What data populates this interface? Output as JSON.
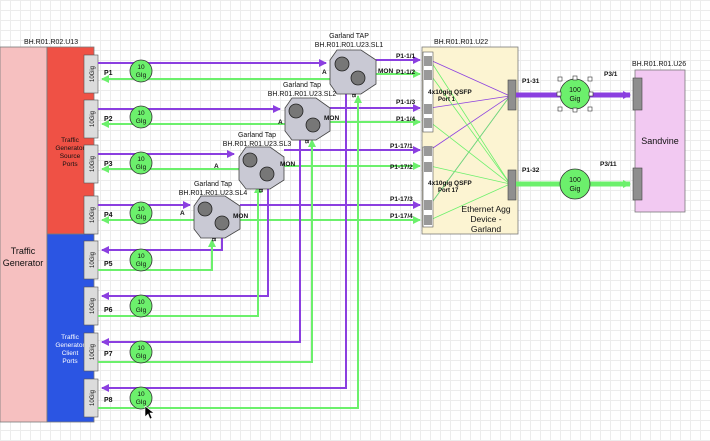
{
  "traffic_generator": {
    "id": "BH.R01.R02.U13",
    "label_line1": "Traffic",
    "label_line2": "Generator",
    "source_ports_label": [
      "Traffic",
      "Generator",
      "Source",
      "Ports"
    ],
    "client_ports_label": [
      "Traffic",
      "Generator",
      "Client",
      "Ports"
    ],
    "port_speed": "10Gig",
    "ports": [
      "P1",
      "P2",
      "P3",
      "P4",
      "P5",
      "P6",
      "P7",
      "P8"
    ],
    "link_speed": [
      "10",
      "GIg"
    ]
  },
  "taps": [
    {
      "title": "Garland TAP",
      "id": "BH.R01.R01.U23.SL1",
      "a": "A",
      "mon": "MON",
      "b": "B"
    },
    {
      "title": "Garland Tap",
      "id": "BH.R01.R01.U23.SL2",
      "a": "A",
      "mon": "MON",
      "b": "B"
    },
    {
      "title": "Garland Tap",
      "id": "BH.R01.R01.U23.SL3",
      "a": "A",
      "mon": "MON",
      "b": "B"
    },
    {
      "title": "Garland Tap",
      "id": "BH.R01.R01.U23.SL4",
      "a": "A",
      "mon": "MON",
      "b": "B"
    }
  ],
  "agg_device": {
    "id": "BH.R01.R01.U22",
    "label": [
      "Ethernet Agg",
      "Device -",
      "Garland"
    ],
    "qsfp1": [
      "4x10gig QSFP",
      "Port 1"
    ],
    "qsfp17": [
      "4x10gig QSFP",
      "Port 17"
    ],
    "ports": [
      "P1-1/1",
      "P1-1/2",
      "P1-1/3",
      "P1-1/4",
      "P1-17/1",
      "P1-17/2",
      "P1-17/3",
      "P1-17/4"
    ],
    "uplink1": "P1-31",
    "uplink2": "P1-32"
  },
  "sandvine": {
    "id": "BH.R01.R01.U26",
    "label": "Sandvine",
    "port1": "P3/1",
    "port2": "P3/11"
  },
  "uplink_speed": [
    "100",
    "Gig"
  ],
  "colors": {
    "purple": "#8b3fe0",
    "green": "#6cf06c",
    "red": "#ef5145",
    "blue": "#2b55e3",
    "pink": "#f6c0c0",
    "agg": "#fcf4d2",
    "sandvine": "#f2c9f2"
  }
}
